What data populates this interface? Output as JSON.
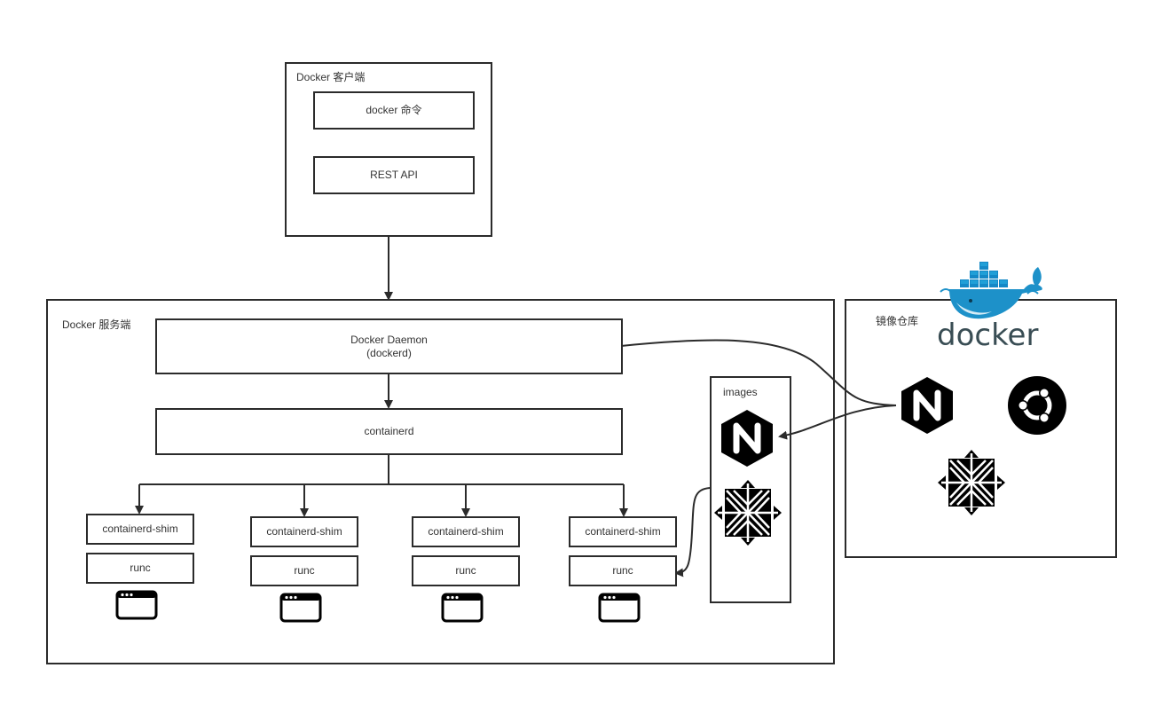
{
  "client": {
    "title": "Docker 客户端",
    "items": [
      "docker 命令",
      "REST API"
    ]
  },
  "server": {
    "title": "Docker 服务端",
    "daemon": {
      "line1": "Docker Daemon",
      "line2": "(dockerd)"
    },
    "containerd": "containerd",
    "columns": [
      {
        "shim": "containerd-shim",
        "runc": "runc",
        "icon": "app-window-icon"
      },
      {
        "shim": "containerd-shim",
        "runc": "runc",
        "icon": "app-window-icon"
      },
      {
        "shim": "containerd-shim",
        "runc": "runc",
        "icon": "app-window-icon"
      },
      {
        "shim": "containerd-shim",
        "runc": "runc",
        "icon": "app-window-icon"
      }
    ],
    "images": {
      "title": "images",
      "icons": [
        "nginx-icon",
        "centos-icon"
      ]
    }
  },
  "registry": {
    "title": "镜像仓库",
    "brand": "docker",
    "icons": [
      "docker-whale-icon",
      "nginx-icon",
      "ubuntu-icon",
      "centos-icon"
    ]
  },
  "colors": {
    "stroke": "#2b2b2b",
    "text": "#333333",
    "docker_blue": "#2496ed",
    "docker_text": "#394d54"
  }
}
